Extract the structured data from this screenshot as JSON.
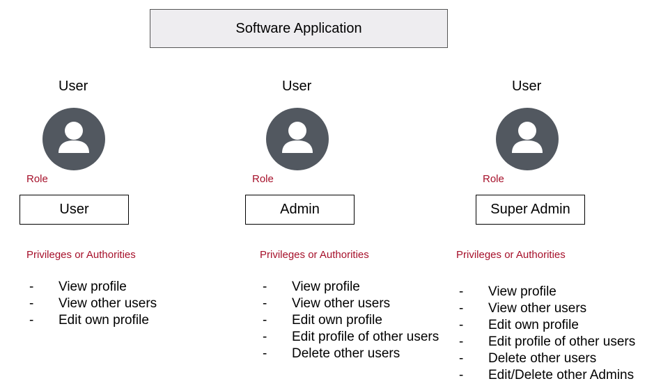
{
  "app": {
    "title": "Software Application"
  },
  "columns": [
    {
      "user_label": "User",
      "role_caption": "Role",
      "role_name": "User",
      "privileges_caption": "Privileges or Authorities",
      "privileges": [
        "View profile",
        "View other users",
        "Edit own profile"
      ]
    },
    {
      "user_label": "User",
      "role_caption": "Role",
      "role_name": "Admin",
      "privileges_caption": "Privileges or Authorities",
      "privileges": [
        "View profile",
        "View other users",
        "Edit own profile",
        "Edit profile of other users",
        "Delete other users"
      ]
    },
    {
      "user_label": "User",
      "role_caption": "Role",
      "role_name": "Super Admin",
      "privileges_caption": "Privileges or Authorities",
      "privileges": [
        "View profile",
        "View other users",
        "Edit own profile",
        "Edit profile of other users",
        "Delete other users",
        "Edit/Delete other Admins"
      ]
    }
  ],
  "bullet_glyph": "-",
  "colors": {
    "accent_red": "#a6102a",
    "avatar_fill": "#525860",
    "app_box_fill": "#eeedf0"
  },
  "icons": {
    "avatar": "user-avatar-icon"
  }
}
